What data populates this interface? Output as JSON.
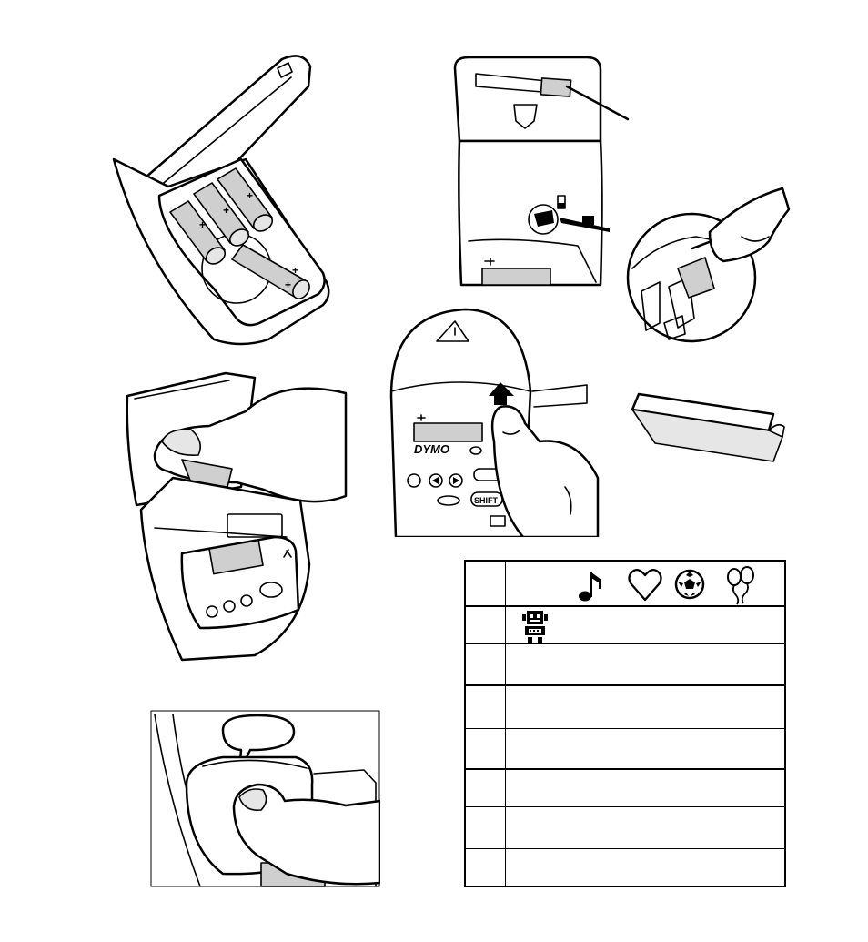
{
  "figures": [
    {
      "id": "battery-compartment",
      "content": "batteries"
    },
    {
      "id": "tape-cassette-compartment",
      "content": "cassette cutter"
    },
    {
      "id": "thumb-press-cover",
      "content": "close cover"
    },
    {
      "id": "front-panel-tape-insert",
      "content": "insert tape"
    },
    {
      "id": "label-backing-peel",
      "content": "peel label"
    },
    {
      "id": "cassette-click-press",
      "content": "click cassette"
    }
  ],
  "device": {
    "brand": "DYMO",
    "shift_key_label": "SHIFT",
    "battery_polarity_mark": "+"
  },
  "symbol_table": {
    "rows": [
      {
        "symbols": [
          "music-note-icon",
          "heart-icon",
          "soccer-ball-icon",
          "balloons-icon"
        ]
      },
      {
        "symbols": [
          "robot-icon"
        ]
      },
      {
        "symbols": []
      },
      {
        "symbols": []
      },
      {
        "symbols": []
      },
      {
        "symbols": []
      },
      {
        "symbols": []
      },
      {
        "symbols": []
      }
    ]
  }
}
